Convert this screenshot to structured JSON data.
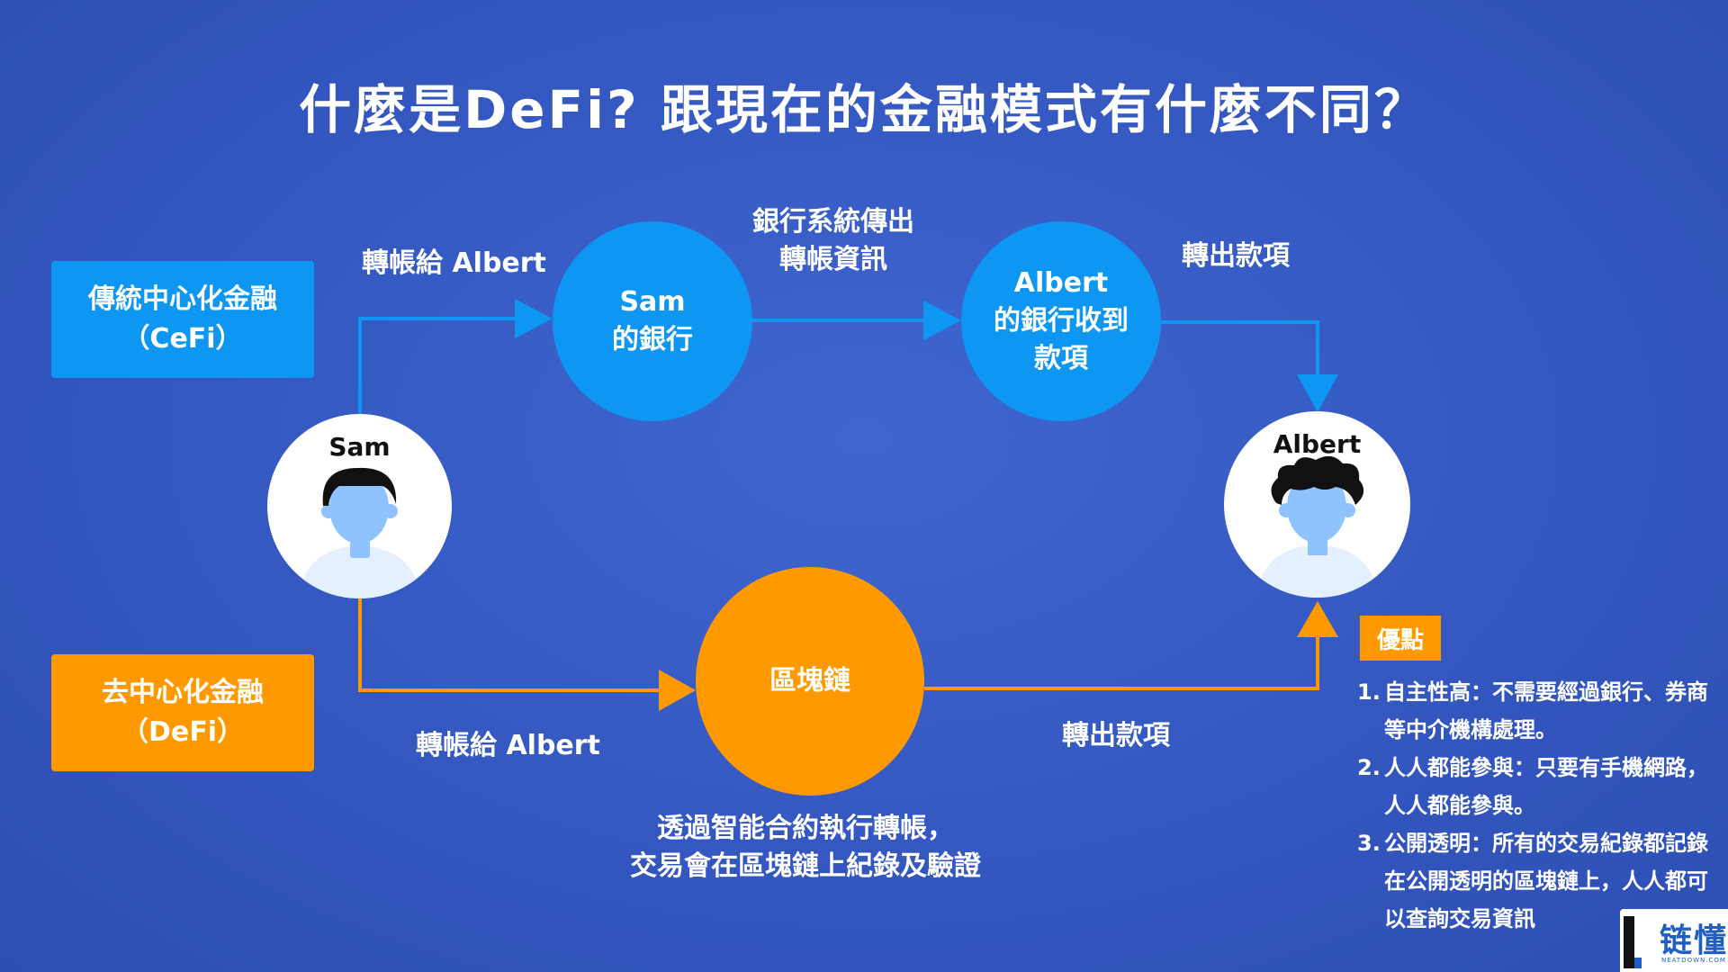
{
  "title": "什麼是DeFi? 跟現在的金融模式有什麼不同？",
  "cefi": {
    "line1": "傳統中心化金融",
    "line2": "（CeFi）"
  },
  "defi": {
    "line1": "去中心化金融",
    "line2": "（DeFi）"
  },
  "people": {
    "sam": "Sam",
    "albert": "Albert"
  },
  "nodes": {
    "sam_bank": {
      "line1": "Sam",
      "line2": "的銀行"
    },
    "albert_bank": {
      "line1": "Albert",
      "line2": "的銀行收到",
      "line3": "款項"
    },
    "blockchain": "區塊鏈"
  },
  "flow": {
    "cefi_transfer": "轉帳給 Albert",
    "bank_system_1": "銀行系統傳出",
    "bank_system_2": "轉帳資訊",
    "cefi_payout": "轉出款項",
    "defi_transfer": "轉帳給 Albert",
    "defi_payout": "轉出款項",
    "smart_contract_1": "透過智能合約執行轉帳，",
    "smart_contract_2": "交易會在區塊鏈上紀錄及驗證"
  },
  "merits": {
    "tag": "優點",
    "items": [
      {
        "num": "1.",
        "text": "自主性高：不需要經過銀行、券商等中介機構處理。"
      },
      {
        "num": "2.",
        "text": "人人都能參與：只要有手機網路，人人都能參與。"
      },
      {
        "num": "3.",
        "text": "公開透明：所有的交易紀錄都記錄在公開透明的區塊鏈上，人人都可以查詢交易資訊"
      }
    ]
  },
  "logo": {
    "text": "链懂",
    "sub": "NEATDOWN.COM"
  },
  "colors": {
    "background": "#3457c0",
    "cefi_blue": "#0d96f2",
    "defi_orange": "#ff9900",
    "face": "#8ec3ff"
  }
}
